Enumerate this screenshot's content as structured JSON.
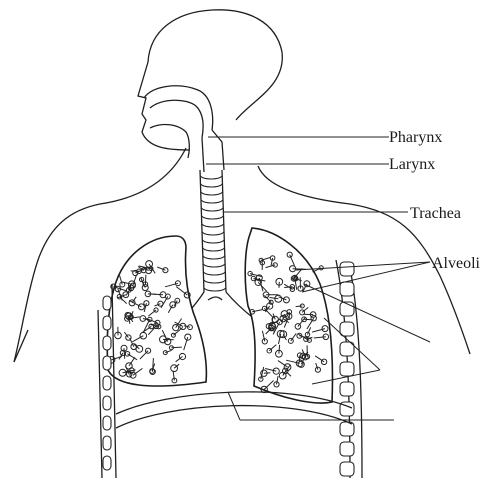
{
  "diagram": {
    "labels": {
      "pharynx": "Pharynx",
      "larynx": "Larynx",
      "trachea": "Trachea",
      "alveoli": "Alveoli"
    }
  },
  "colors": {
    "line": "#1f1f1f",
    "background": "#ffffff"
  }
}
